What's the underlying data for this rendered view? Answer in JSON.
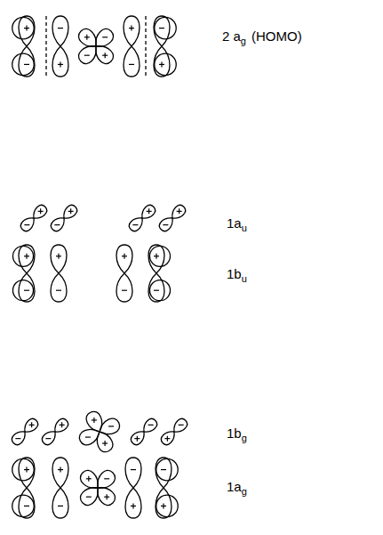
{
  "diagram": {
    "labels": [
      "2 a",
      "g",
      "(HOMO)",
      "1a",
      "u",
      "1b",
      "u",
      "1b",
      "g",
      "1a",
      "g"
    ]
  }
}
